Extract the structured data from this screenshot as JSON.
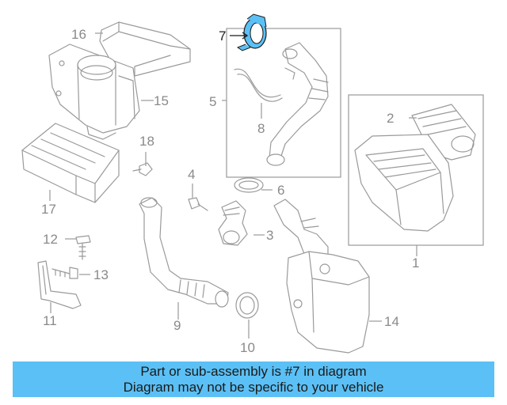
{
  "diagram": {
    "labels": {
      "p1": "1",
      "p2": "2",
      "p3": "3",
      "p4": "4",
      "p5": "5",
      "p6": "6",
      "p7": "7",
      "p8": "8",
      "p9": "9",
      "p10": "10",
      "p11": "11",
      "p12": "12",
      "p13": "13",
      "p14": "14",
      "p15": "15",
      "p16": "16",
      "p17": "17",
      "p18": "18"
    },
    "highlight_part": "7",
    "highlight_color": "#5bc0f5",
    "line_color": "#9a9a9a"
  },
  "footer": {
    "line1": "Part or sub-assembly is #7 in diagram",
    "line2": "Diagram may not be specific to your vehicle",
    "background": "#5bc0f5"
  }
}
